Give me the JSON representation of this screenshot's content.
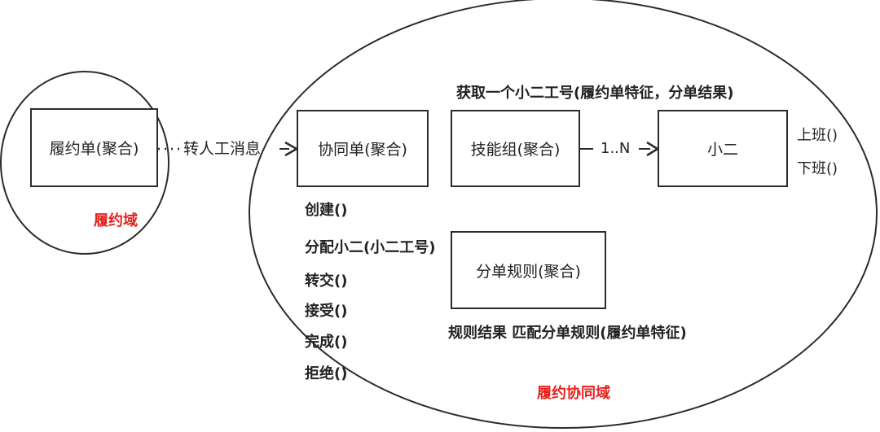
{
  "domains": {
    "fulfillment": {
      "label": "履约域"
    },
    "collaboration": {
      "label": "履约协同域"
    }
  },
  "colors": {
    "domain_label": "#e8201a",
    "stroke": "#2b2b2b"
  },
  "boxes": {
    "fulfillment_order": "履约单(聚合)",
    "collab_order": "协同单(聚合)",
    "skill_group": "技能组(聚合)",
    "agent": "小二",
    "dispatch_rule": "分单规则(聚合)"
  },
  "connectors": {
    "transfer_message": "转人工消息",
    "multiplicity": "1..N"
  },
  "annotations": {
    "get_agent": "获取一个小二工号(履约单特征，分单结果)",
    "rule_result": "规则结果 匹配分单规则(履约单特征)"
  },
  "agent_methods": [
    "上班()",
    "下班()"
  ],
  "collab_methods": [
    "创建()",
    "分配小二(小二工号)",
    "转交()",
    "接受()",
    "完成()",
    "拒绝()"
  ]
}
